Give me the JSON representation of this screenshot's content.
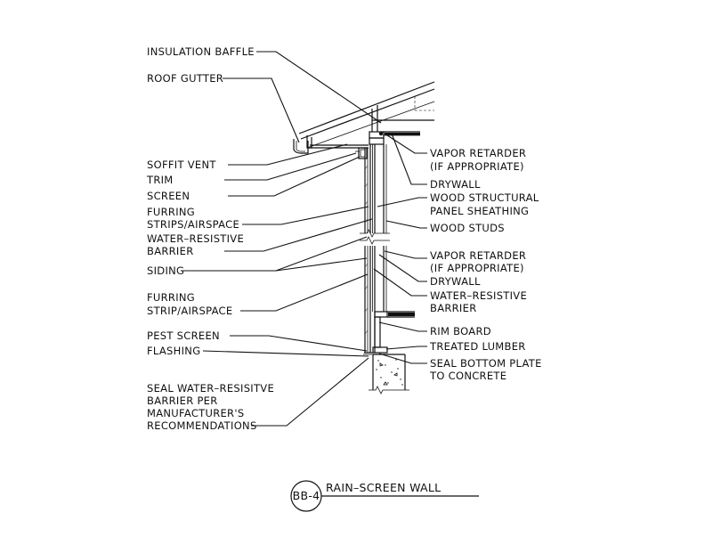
{
  "labels_left": [
    {
      "id": "insulation-baffle",
      "lines": [
        "INSULATION BAFFLE"
      ]
    },
    {
      "id": "roof-gutter",
      "lines": [
        "ROOF GUTTER"
      ]
    },
    {
      "id": "soffit-vent",
      "lines": [
        "SOFFIT VENT"
      ]
    },
    {
      "id": "trim",
      "lines": [
        "TRIM"
      ]
    },
    {
      "id": "screen",
      "lines": [
        "SCREEN"
      ]
    },
    {
      "id": "furring-strips-airspace",
      "lines": [
        "FURRING",
        "STRIPS/AIRSPACE"
      ]
    },
    {
      "id": "water-resistive-barrier-upper",
      "lines": [
        "WATER–RESISTIVE",
        "BARRIER"
      ]
    },
    {
      "id": "siding",
      "lines": [
        "SIDING"
      ]
    },
    {
      "id": "furring-strip-airspace",
      "lines": [
        "FURRING",
        "STRIP/AIRSPACE"
      ]
    },
    {
      "id": "pest-screen",
      "lines": [
        "PEST SCREEN"
      ]
    },
    {
      "id": "flashing",
      "lines": [
        "FLASHING"
      ]
    },
    {
      "id": "seal-wrb",
      "lines": [
        "SEAL WATER–RESISITVE",
        "BARRIER PER",
        "MANUFACTURER'S",
        "RECOMMENDATIONS"
      ]
    }
  ],
  "labels_right": [
    {
      "id": "vapor-retarder-upper",
      "lines": [
        "VAPOR RETARDER",
        "(IF APPROPRIATE)"
      ]
    },
    {
      "id": "drywall-upper",
      "lines": [
        "DRYWALL"
      ]
    },
    {
      "id": "wood-structural-panel",
      "lines": [
        "WOOD STRUCTURAL",
        "PANEL SHEATHING"
      ]
    },
    {
      "id": "wood-studs",
      "lines": [
        "WOOD STUDS"
      ]
    },
    {
      "id": "vapor-retarder-lower",
      "lines": [
        "VAPOR RETARDER",
        "(IF APPROPRIATE)"
      ]
    },
    {
      "id": "drywall-lower",
      "lines": [
        "DRYWALL"
      ]
    },
    {
      "id": "water-resistive-barrier-lower",
      "lines": [
        "WATER–RESISTIVE",
        "BARRIER"
      ]
    },
    {
      "id": "rim-board",
      "lines": [
        "RIM BOARD"
      ]
    },
    {
      "id": "treated-lumber",
      "lines": [
        "TREATED LUMBER"
      ]
    },
    {
      "id": "seal-bottom-plate",
      "lines": [
        "SEAL BOTTOM PLATE",
        "TO CONCRETE"
      ]
    }
  ],
  "title_block": {
    "tag": "BB-4",
    "title": "RAIN–SCREEN WALL"
  }
}
